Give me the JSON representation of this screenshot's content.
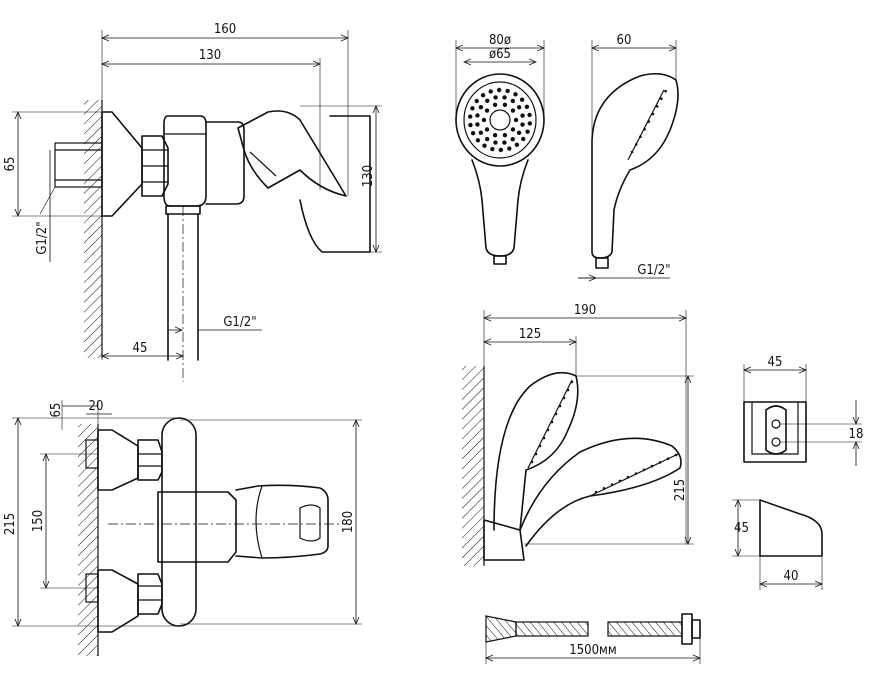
{
  "views": {
    "mixer_side": {
      "dims": {
        "width_160": "160",
        "depth_130": "130",
        "height_65": "65",
        "height_130": "130",
        "offset_45": "45",
        "thread_g12_a": "G1/2\"",
        "thread_g12_b": "G1/2\""
      }
    },
    "mixer_front": {
      "dims": {
        "d65": "65",
        "d20": "20",
        "d215": "215",
        "d150": "150",
        "d180": "180"
      }
    },
    "handshower_front": {
      "dims": {
        "d80": "80ø",
        "d65": "ø65"
      }
    },
    "handshower_side": {
      "dims": {
        "d60": "60",
        "thread": "G1/2\""
      }
    },
    "wall_assembly": {
      "dims": {
        "d190": "190",
        "d125": "125",
        "d215": "215"
      }
    },
    "holder": {
      "dims": {
        "d45_top": "45",
        "d18": "18",
        "d45_side": "45",
        "d40": "40"
      }
    },
    "hose": {
      "dims": {
        "length": "1500мм"
      }
    }
  }
}
